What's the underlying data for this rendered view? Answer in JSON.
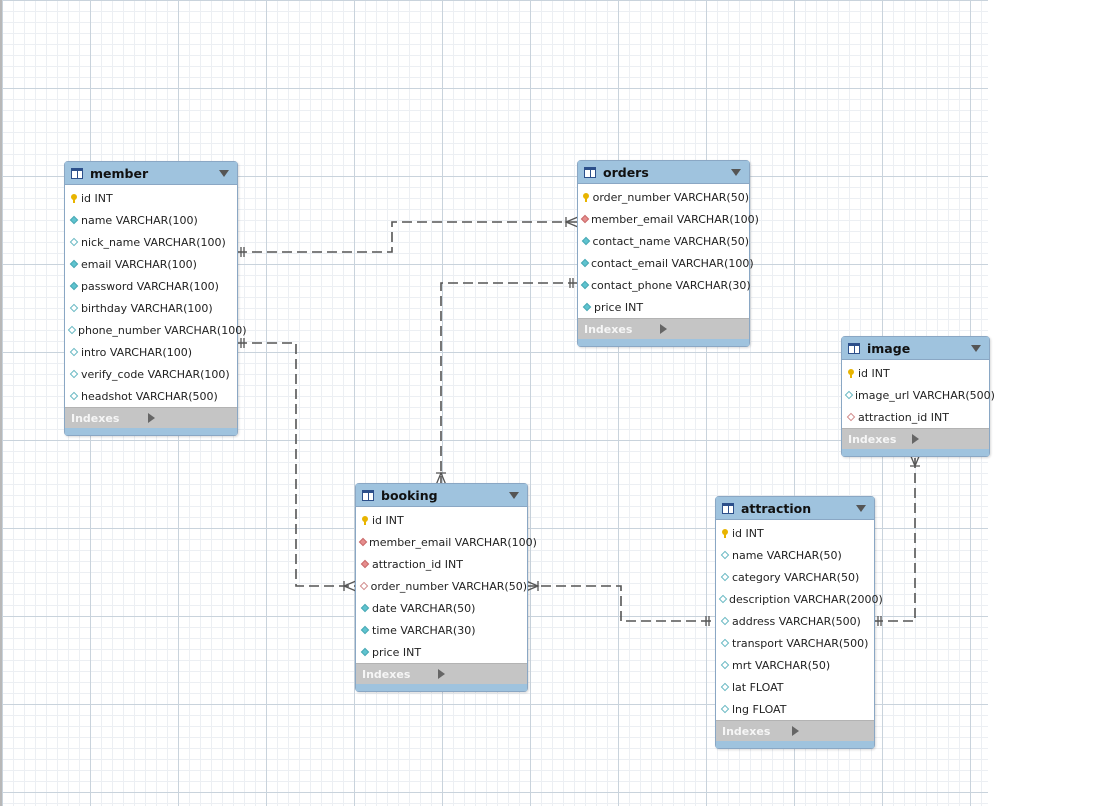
{
  "indexes_label": "Indexes",
  "tables": {
    "member": {
      "name": "member",
      "columns": [
        {
          "text": "id INT",
          "marker": "key"
        },
        {
          "text": "name VARCHAR(100)",
          "marker": "filled"
        },
        {
          "text": "nick_name VARCHAR(100)",
          "marker": "hollow"
        },
        {
          "text": "email VARCHAR(100)",
          "marker": "filled"
        },
        {
          "text": "password VARCHAR(100)",
          "marker": "filled"
        },
        {
          "text": "birthday VARCHAR(100)",
          "marker": "hollow"
        },
        {
          "text": "phone_number VARCHAR(100)",
          "marker": "hollow"
        },
        {
          "text": "intro VARCHAR(100)",
          "marker": "hollow"
        },
        {
          "text": "verify_code VARCHAR(100)",
          "marker": "hollow"
        },
        {
          "text": "headshot VARCHAR(500)",
          "marker": "hollow"
        }
      ]
    },
    "orders": {
      "name": "orders",
      "columns": [
        {
          "text": "order_number VARCHAR(50)",
          "marker": "key"
        },
        {
          "text": "member_email VARCHAR(100)",
          "marker": "fk"
        },
        {
          "text": "contact_name VARCHAR(50)",
          "marker": "filled"
        },
        {
          "text": "contact_email VARCHAR(100)",
          "marker": "filled"
        },
        {
          "text": "contact_phone VARCHAR(30)",
          "marker": "filled"
        },
        {
          "text": "price INT",
          "marker": "filled"
        }
      ]
    },
    "image": {
      "name": "image",
      "columns": [
        {
          "text": "id INT",
          "marker": "key"
        },
        {
          "text": "image_url VARCHAR(500)",
          "marker": "hollow"
        },
        {
          "text": "attraction_id INT",
          "marker": "fkh"
        }
      ]
    },
    "booking": {
      "name": "booking",
      "columns": [
        {
          "text": "id INT",
          "marker": "key"
        },
        {
          "text": "member_email VARCHAR(100)",
          "marker": "fk"
        },
        {
          "text": "attraction_id INT",
          "marker": "fk"
        },
        {
          "text": "order_number VARCHAR(50)",
          "marker": "fkh"
        },
        {
          "text": "date VARCHAR(50)",
          "marker": "filled"
        },
        {
          "text": "time VARCHAR(30)",
          "marker": "filled"
        },
        {
          "text": "price INT",
          "marker": "filled"
        }
      ]
    },
    "attraction": {
      "name": "attraction",
      "columns": [
        {
          "text": "id INT",
          "marker": "key"
        },
        {
          "text": "name VARCHAR(50)",
          "marker": "hollow"
        },
        {
          "text": "category VARCHAR(50)",
          "marker": "hollow"
        },
        {
          "text": "description VARCHAR(2000)",
          "marker": "hollow"
        },
        {
          "text": "address VARCHAR(500)",
          "marker": "hollow"
        },
        {
          "text": "transport VARCHAR(500)",
          "marker": "hollow"
        },
        {
          "text": "mrt VARCHAR(50)",
          "marker": "hollow"
        },
        {
          "text": "lat FLOAT",
          "marker": "hollow"
        },
        {
          "text": "lng FLOAT",
          "marker": "hollow"
        }
      ]
    }
  },
  "relationships": [
    {
      "from": "member",
      "to": "orders",
      "from_end": "one",
      "to_end": "many"
    },
    {
      "from": "member",
      "to": "booking",
      "from_end": "one",
      "to_end": "many"
    },
    {
      "from": "orders",
      "to": "booking",
      "from_end": "one",
      "to_end": "many"
    },
    {
      "from": "attraction",
      "to": "booking",
      "from_end": "one",
      "to_end": "many"
    },
    {
      "from": "attraction",
      "to": "image",
      "from_end": "one",
      "to_end": "many"
    }
  ]
}
